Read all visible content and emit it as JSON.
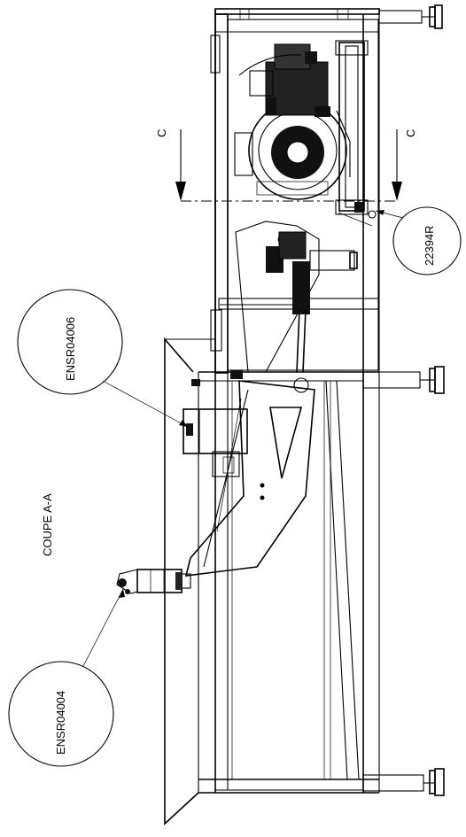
{
  "drawing": {
    "section_title": "COUPE  A-A",
    "section_marker_left": "C",
    "section_marker_right": "C",
    "callouts": [
      {
        "ref": "ENSR04006"
      },
      {
        "ref": "ENSR04004"
      },
      {
        "ref": "22394R"
      }
    ]
  }
}
